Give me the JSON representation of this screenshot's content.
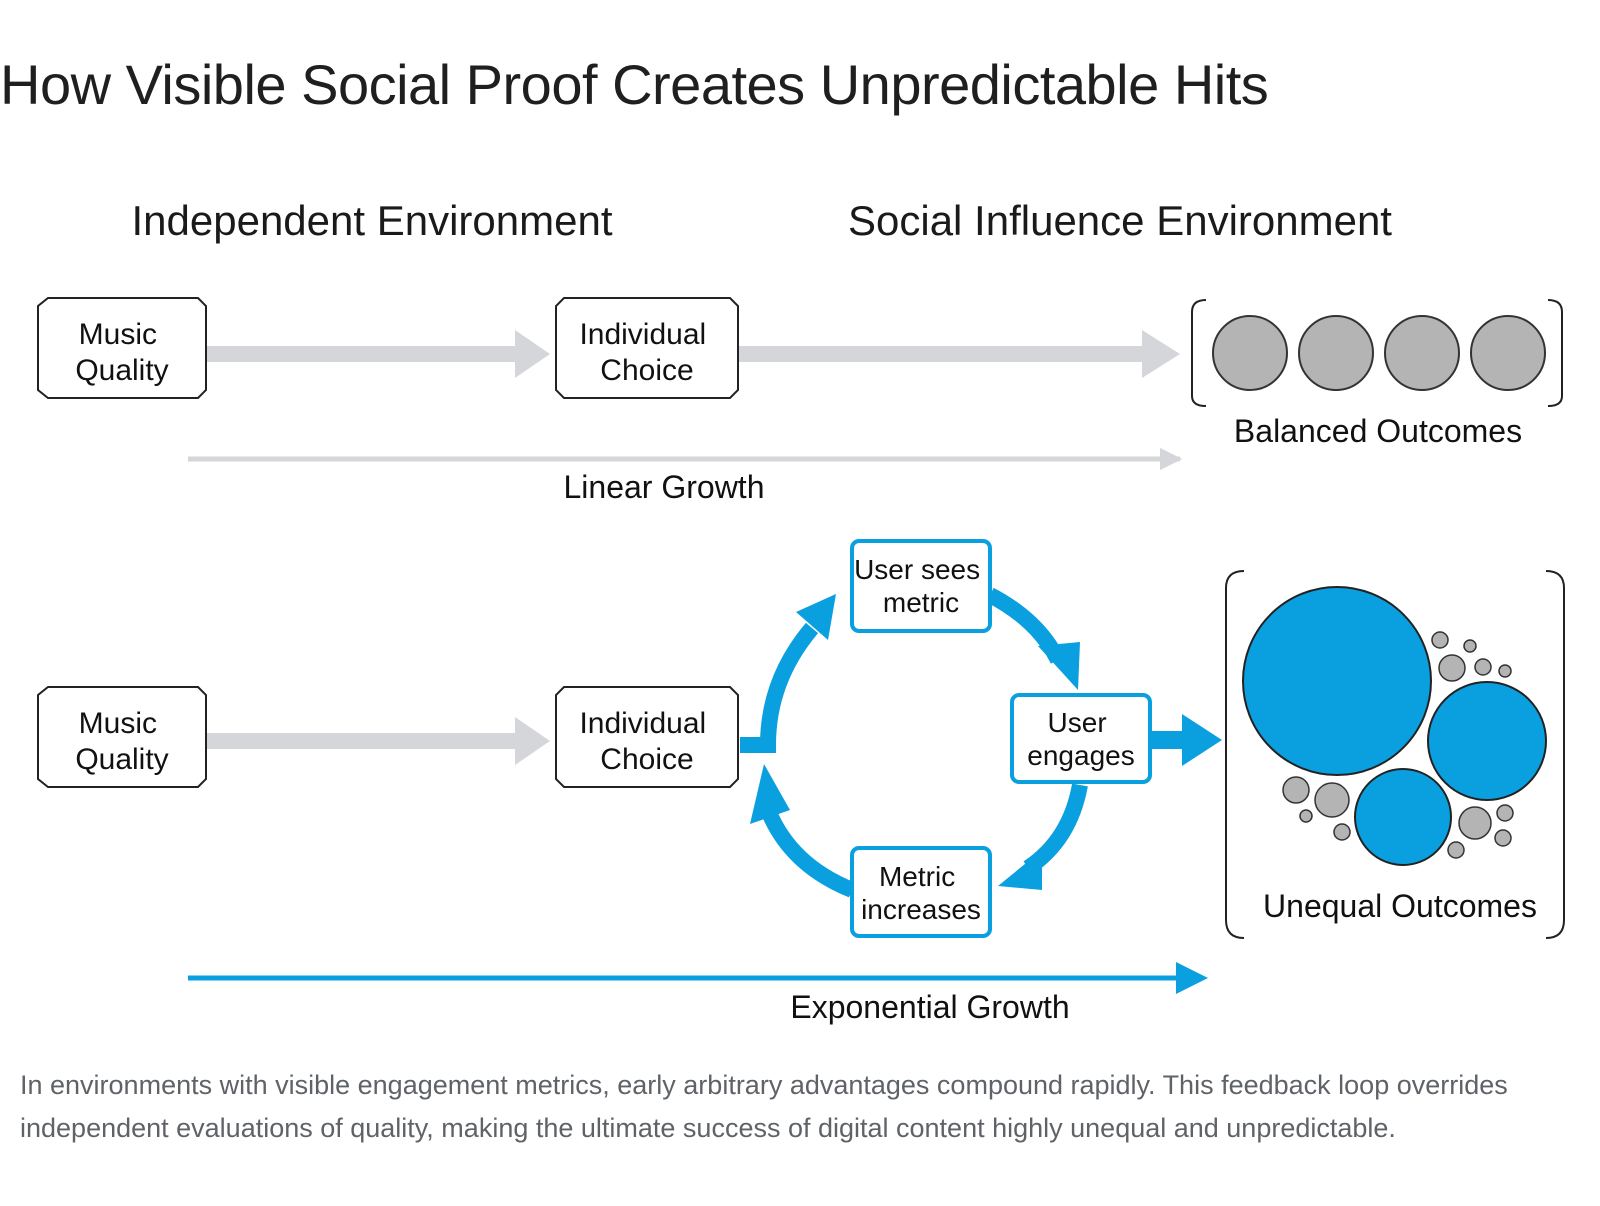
{
  "title": "How Visible Social Proof Creates Unpredictable Hits",
  "diagram": {
    "independent_heading": "Independent Environment",
    "social_heading": "Social Influence Environment",
    "top_row": {
      "music_quality": [
        "Music",
        "Quality"
      ],
      "individual_choice": [
        "Individual",
        "Choice"
      ],
      "outcome_label": "Balanced Outcomes",
      "growth_label": "Linear Growth"
    },
    "bottom_row": {
      "music_quality": [
        "Music",
        "Quality"
      ],
      "individual_choice": [
        "Individual",
        "Choice"
      ],
      "loop": {
        "user_sees_metric": [
          "User sees",
          "metric"
        ],
        "user_engages": [
          "User",
          "engages"
        ],
        "metric_increases": [
          "Metric",
          "increases"
        ]
      },
      "outcome_label": "Unequal Outcomes",
      "growth_label": "Exponential Growth"
    },
    "colors": {
      "accent_blue": "#0aa0e0",
      "light_arrow": "#d4d6da",
      "gray_circle": "#b4b4b4",
      "box_stroke": "#222222"
    }
  },
  "caption": "In environments with visible engagement metrics, early arbitrary advantages compound rapidly. This feedback loop overrides independent evaluations of quality, making the ultimate success of digital content highly unequal and unpredictable."
}
